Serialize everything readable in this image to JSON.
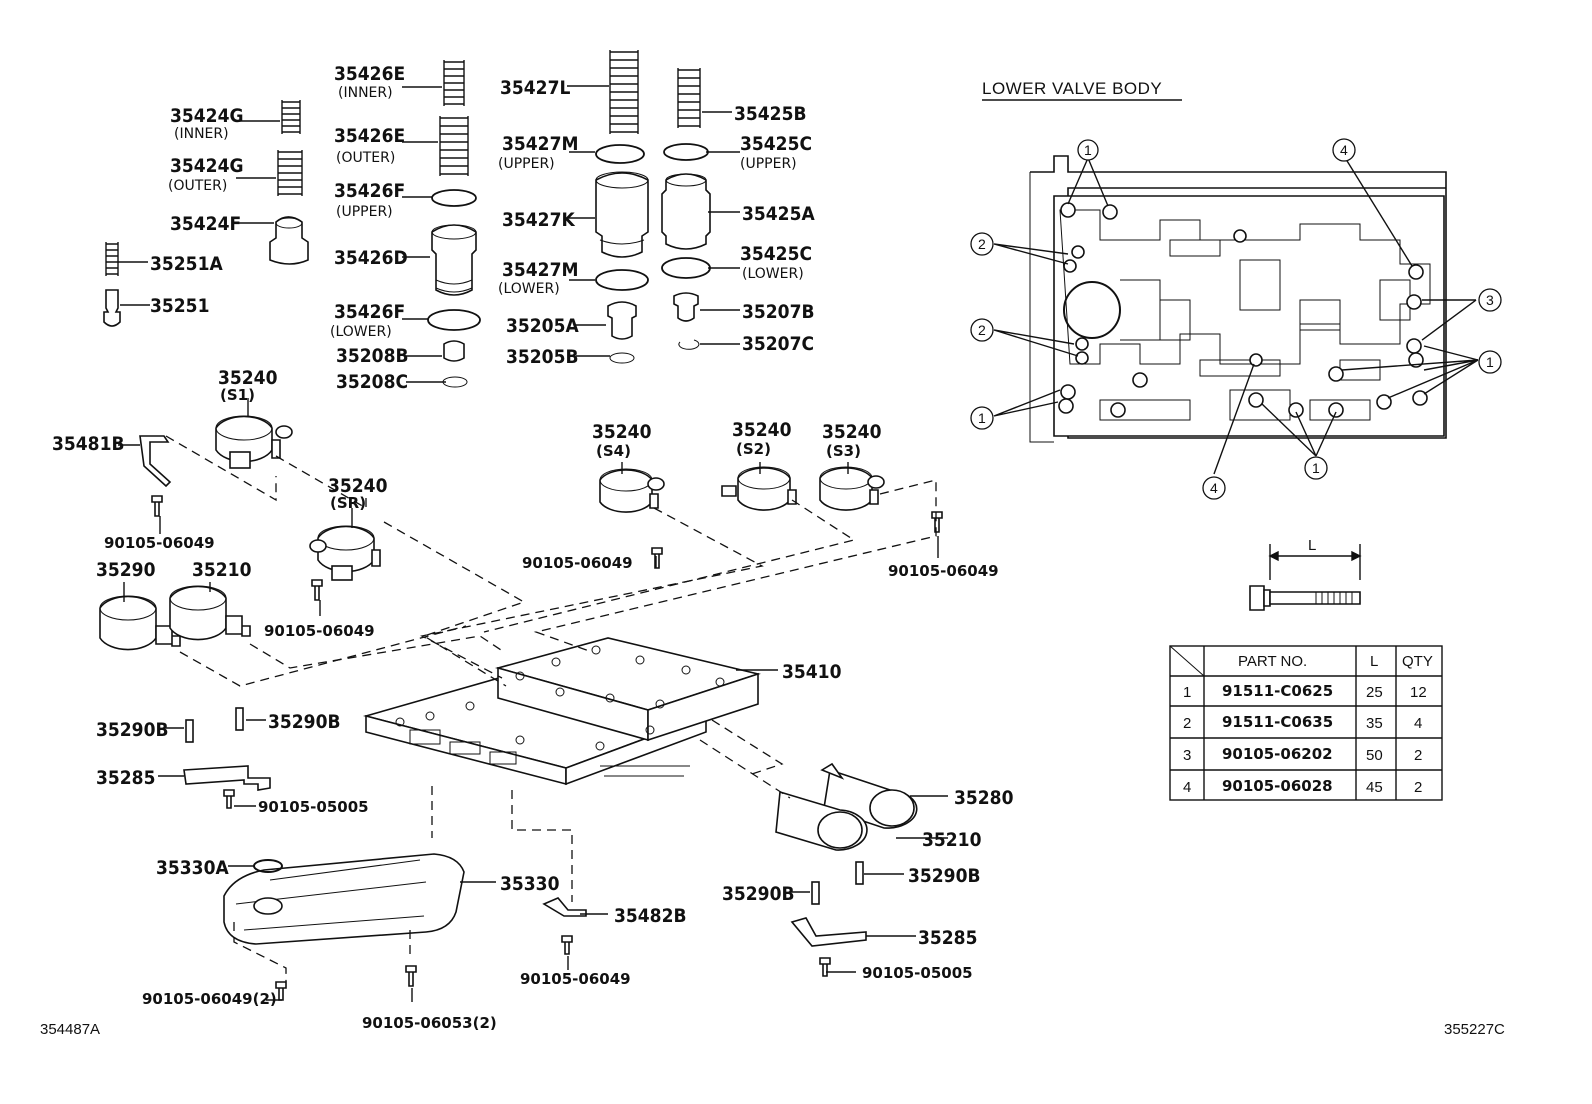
{
  "spring_notes": {
    "inner": "(INNER)",
    "outer": "(OUTER)",
    "upper": "(UPPER)",
    "lower": "(LOWER)"
  },
  "labels": {
    "p35424G_a": "35424G",
    "p35424G_b": "35424G",
    "p35424F": "35424F",
    "p35251A": "35251A",
    "p35251": "35251",
    "p35426E_a": "35426E",
    "p35426E_b": "35426E",
    "p35426F_a": "35426F",
    "p35426D": "35426D",
    "p35426F_b": "35426F",
    "p35208B": "35208B",
    "p35208C": "35208C",
    "p35427L": "35427L",
    "p35427M_a": "35427M",
    "p35427K": "35427K",
    "p35427M_b": "35427M",
    "p35205A": "35205A",
    "p35205B": "35205B",
    "p35425B": "35425B",
    "p35425C_a": "35425C",
    "p35425A": "35425A",
    "p35425C_b": "35425C",
    "p35207B": "35207B",
    "p35207C": "35207C",
    "p35240_s1": "35240",
    "s1": "(S1)",
    "p35481B": "35481B",
    "bolt_a": "90105-06049",
    "p35240_sr": "35240",
    "sr": "(SR)",
    "bolt_b": "90105-06049",
    "p35240_s4": "35240",
    "s4": "(S4)",
    "p35240_s2": "35240",
    "s2": "(S2)",
    "p35240_s3": "35240",
    "s3": "(S3)",
    "bolt_c": "90105-06049",
    "bolt_d": "90105-06049",
    "p35290": "35290",
    "p35210_a": "35210",
    "p35410": "35410",
    "p35290B_a": "35290B",
    "p35290B_b": "35290B",
    "p35285_a": "35285",
    "bolt_e": "90105-05005",
    "p35280": "35280",
    "p35210_b": "35210",
    "p35290B_c": "35290B",
    "p35290B_d": "35290B",
    "p35330A": "35330A",
    "p35330": "35330",
    "p35482B": "35482B",
    "p35285_b": "35285",
    "bolt_f": "90105-06049(2)",
    "bolt_g": "90105-06049",
    "bolt_h": "90105-06053(2)",
    "bolt_i": "90105-05005",
    "code_left": "354487A",
    "code_right": "355227C"
  },
  "inset": {
    "title": "LOWER VALVE BODY",
    "callouts": [
      "1",
      "2",
      "3",
      "4"
    ],
    "dimension_label": "L"
  },
  "bolt_table": {
    "headers": [
      "",
      "PART NO.",
      "L",
      "QTY"
    ],
    "rows": [
      [
        "1",
        "91511-C0625",
        "25",
        "12"
      ],
      [
        "2",
        "91511-C0635",
        "35",
        "4"
      ],
      [
        "3",
        "90105-06202",
        "50",
        "2"
      ],
      [
        "4",
        "90105-06028",
        "45",
        "2"
      ]
    ]
  }
}
